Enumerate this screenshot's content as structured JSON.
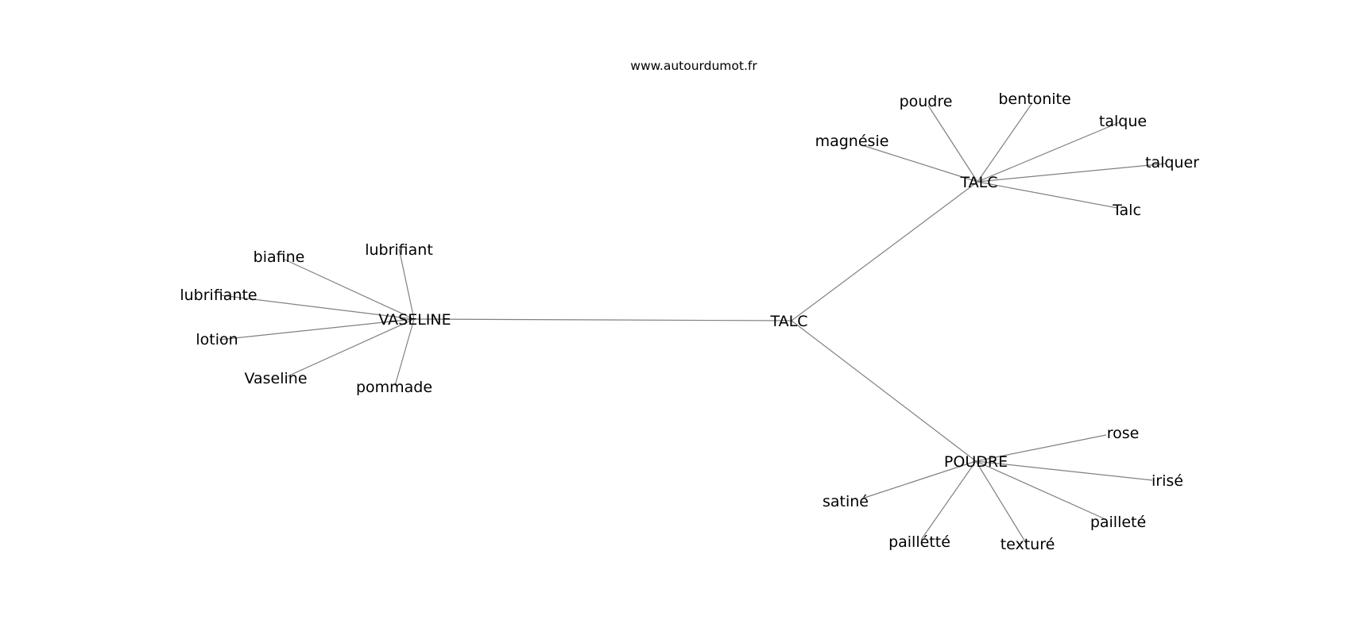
{
  "watermark": "www.autourdumot.fr",
  "graph": {
    "center": "TALC",
    "hubs": [
      {
        "label": "VASELINE",
        "leaves": [
          "lubrifiant",
          "biafine",
          "lubrifiante",
          "lotion",
          "Vaseline",
          "pommade"
        ]
      },
      {
        "label": "TALC",
        "leaves": [
          "poudre",
          "bentonite",
          "talque",
          "magnésie",
          "talquer",
          "Talc"
        ]
      },
      {
        "label": "POUDRE",
        "leaves": [
          "rose",
          "irisé",
          "satiné",
          "pailleté",
          "paillétté",
          "texturé"
        ]
      }
    ]
  }
}
